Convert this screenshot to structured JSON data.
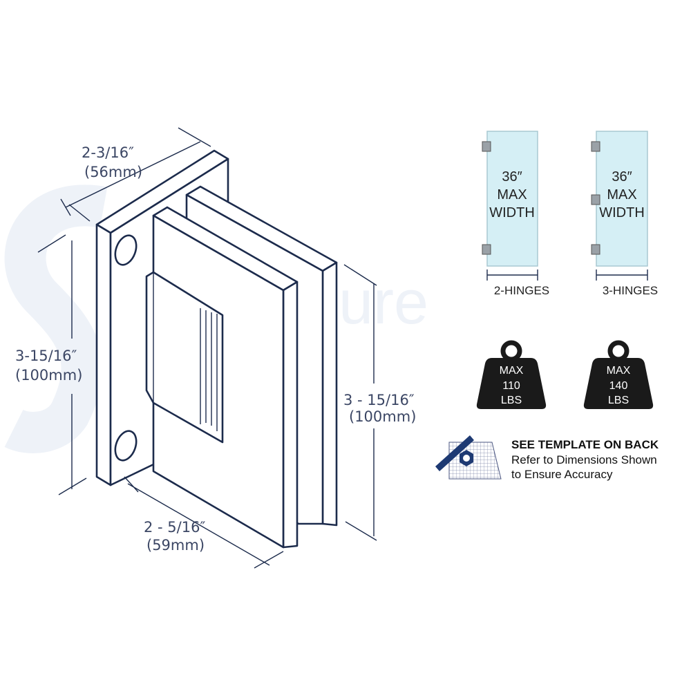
{
  "dimensions": {
    "plate_width": {
      "inch": "2-3/16″",
      "mm": "(56mm)"
    },
    "plate_height": {
      "inch": "3-15/16″",
      "mm": "(100mm)"
    },
    "leaf_height": {
      "inch": "3 - 15/16″",
      "mm": "(100mm)"
    },
    "leaf_width": {
      "inch": "2 - 5/16″",
      "mm": "(59mm)"
    }
  },
  "doors": [
    {
      "line1": "36″",
      "line2": "MAX",
      "line3": "WIDTH",
      "label": "2-HINGES",
      "hinges": 2
    },
    {
      "line1": "36″",
      "line2": "MAX",
      "line3": "WIDTH",
      "label": "3-HINGES",
      "hinges": 3
    }
  ],
  "weights": [
    {
      "line1": "MAX",
      "line2": "110",
      "line3": "LBS"
    },
    {
      "line1": "MAX",
      "line2": "140",
      "line3": "LBS"
    }
  ],
  "template_note": {
    "title": "SEE TEMPLATE ON BACK",
    "line1": "Refer to Dimensions Shown",
    "line2": "to Ensure Accuracy"
  },
  "colors": {
    "line": "#1c2b4c",
    "glass": "#d5eff5",
    "weight": "#1a1a1a"
  }
}
